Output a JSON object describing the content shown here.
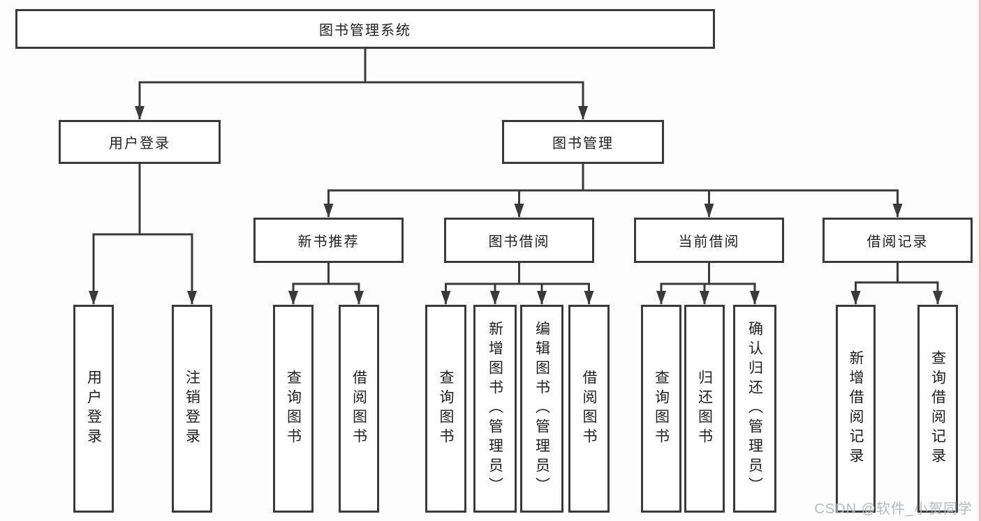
{
  "diagram": {
    "title": "图书管理系统",
    "tree": {
      "id": "root",
      "label": "图书管理系统",
      "children": [
        {
          "id": "login",
          "label": "用户登录",
          "children": [
            {
              "id": "login-do",
              "label": "用户登录"
            },
            {
              "id": "login-out",
              "label": "注销登录"
            }
          ]
        },
        {
          "id": "books",
          "label": "图书管理",
          "children": [
            {
              "id": "recommend",
              "label": "新书推荐",
              "children": [
                {
                  "id": "rec-query",
                  "label": "查询图书"
                },
                {
                  "id": "rec-borrow",
                  "label": "借阅图书"
                }
              ]
            },
            {
              "id": "borrow",
              "label": "图书借阅",
              "children": [
                {
                  "id": "bor-query",
                  "label": "查询图书"
                },
                {
                  "id": "bor-add",
                  "label": "新增图书（管理员）"
                },
                {
                  "id": "bor-edit",
                  "label": "编辑图书（管理员）"
                },
                {
                  "id": "bor-lend",
                  "label": "借阅图书"
                }
              ]
            },
            {
              "id": "current",
              "label": "当前借阅",
              "children": [
                {
                  "id": "cur-query",
                  "label": "查询图书"
                },
                {
                  "id": "cur-return",
                  "label": "归还图书"
                },
                {
                  "id": "cur-confirm",
                  "label": "确认归还（管理员）"
                }
              ]
            },
            {
              "id": "records",
              "label": "借阅记录",
              "children": [
                {
                  "id": "recd-add",
                  "label": "新增借阅记录"
                },
                {
                  "id": "recd-query",
                  "label": "查询借阅记录"
                }
              ]
            }
          ]
        }
      ]
    }
  },
  "watermark": {
    "text": "CSDN @软件_小贺同学"
  },
  "colors": {
    "line": "#3a3a3a",
    "box_border": "#3a3a3a",
    "box_fill": "#ffffff",
    "text": "#1f1f1f",
    "watermark": "#b5b9bc",
    "right_strip": "#f3bdbd"
  }
}
